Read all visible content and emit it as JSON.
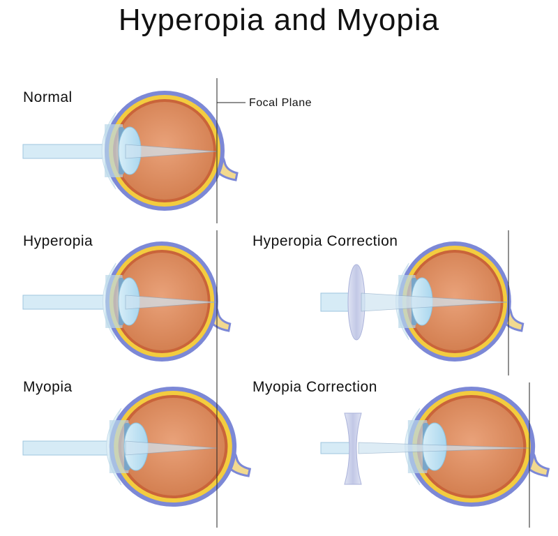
{
  "title": "Hyperopia and Myopia",
  "labels": {
    "normal": "Normal",
    "focal_plane": "Focal Plane",
    "hyperopia": "Hyperopia",
    "hyperopia_correction": "Hyperopia Correction",
    "myopia": "Myopia",
    "myopia_correction": "Myopia Correction"
  },
  "colors": {
    "sclera": "#7b86d8",
    "choroid": "#f2c93a",
    "retina": "#d88c5a",
    "vitreous": "#dc8e60",
    "lens": "#b9e0f2",
    "light_beam": "#d6ebf6"
  }
}
